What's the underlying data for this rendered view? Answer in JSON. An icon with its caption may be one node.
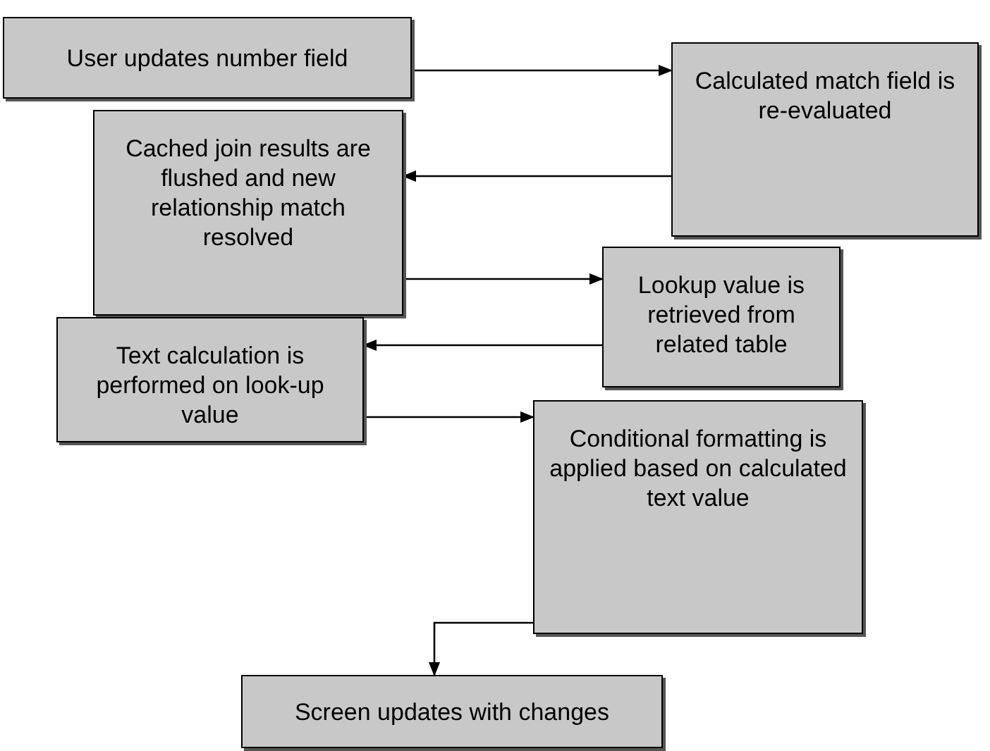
{
  "diagram": {
    "nodes": [
      {
        "text": [
          "User updates number field"
        ]
      },
      {
        "text": [
          "Calculated match field is re-evaluated"
        ]
      },
      {
        "text": [
          "Cached join results are flushed and new relationship match resolved"
        ]
      },
      {
        "text": [
          "Lookup value is retrieved from related table"
        ]
      },
      {
        "text": [
          "Text calculation is performed on look-up value"
        ]
      },
      {
        "text": [
          "Conditional formatting is applied based on calculated text value"
        ]
      },
      {
        "text": [
          "Screen updates with changes"
        ]
      }
    ],
    "edges": [
      {
        "from": 0,
        "to": 1,
        "arrow": "to"
      },
      {
        "from": 1,
        "to": 2,
        "arrow": "to"
      },
      {
        "from": 2,
        "to": 3,
        "arrow": "to"
      },
      {
        "from": 3,
        "to": 4,
        "arrow": "to"
      },
      {
        "from": 4,
        "to": 5,
        "arrow": "to"
      },
      {
        "from": 5,
        "to": 6,
        "arrow": "to"
      }
    ]
  }
}
